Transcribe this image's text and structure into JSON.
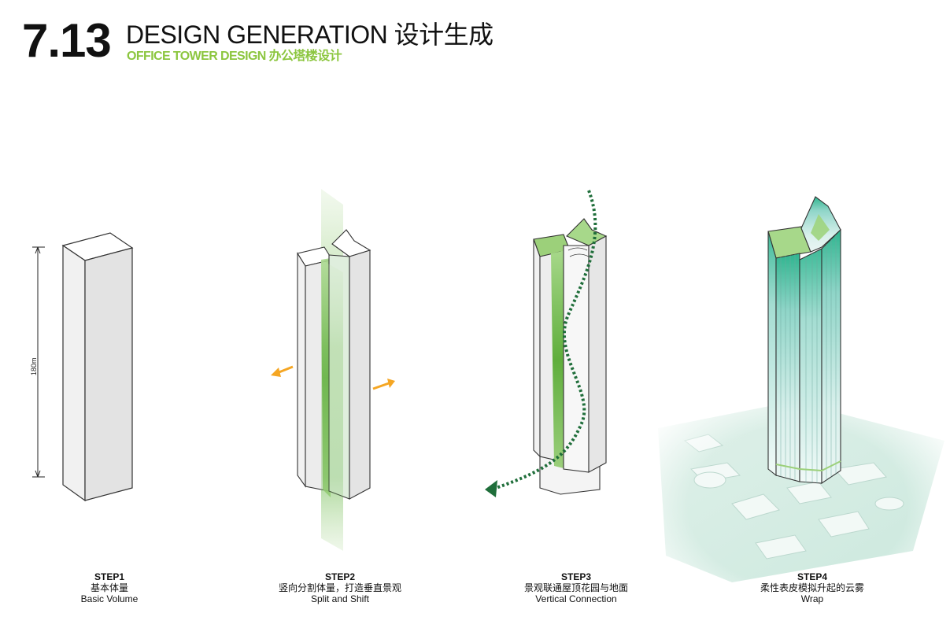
{
  "header": {
    "section_number": "7.13",
    "title": "DESIGN GENERATION 设计生成",
    "subtitle": "OFFICE TOWER DESIGN 办公塔楼设计"
  },
  "dimension": {
    "label": "180m"
  },
  "steps": [
    {
      "step": "STEP1",
      "name_cn": "基本体量",
      "name_en": "Basic Volume"
    },
    {
      "step": "STEP2",
      "name_cn": "竖向分割体量，打造垂直景观",
      "name_en": "Split and Shift"
    },
    {
      "step": "STEP3",
      "name_cn": "景观联通屋顶花园与地面",
      "name_en": "Vertical Connection"
    },
    {
      "step": "STEP4",
      "name_cn": "柔性表皮模拟升起的云雾",
      "name_en": "Wrap"
    }
  ],
  "colors": {
    "accent_green": "#8cc63f",
    "vertical_green": "#5fae3c",
    "arrow_orange": "#f5a623",
    "path_green": "#1f6e3a",
    "glass_teal": "#7fcfc4"
  }
}
